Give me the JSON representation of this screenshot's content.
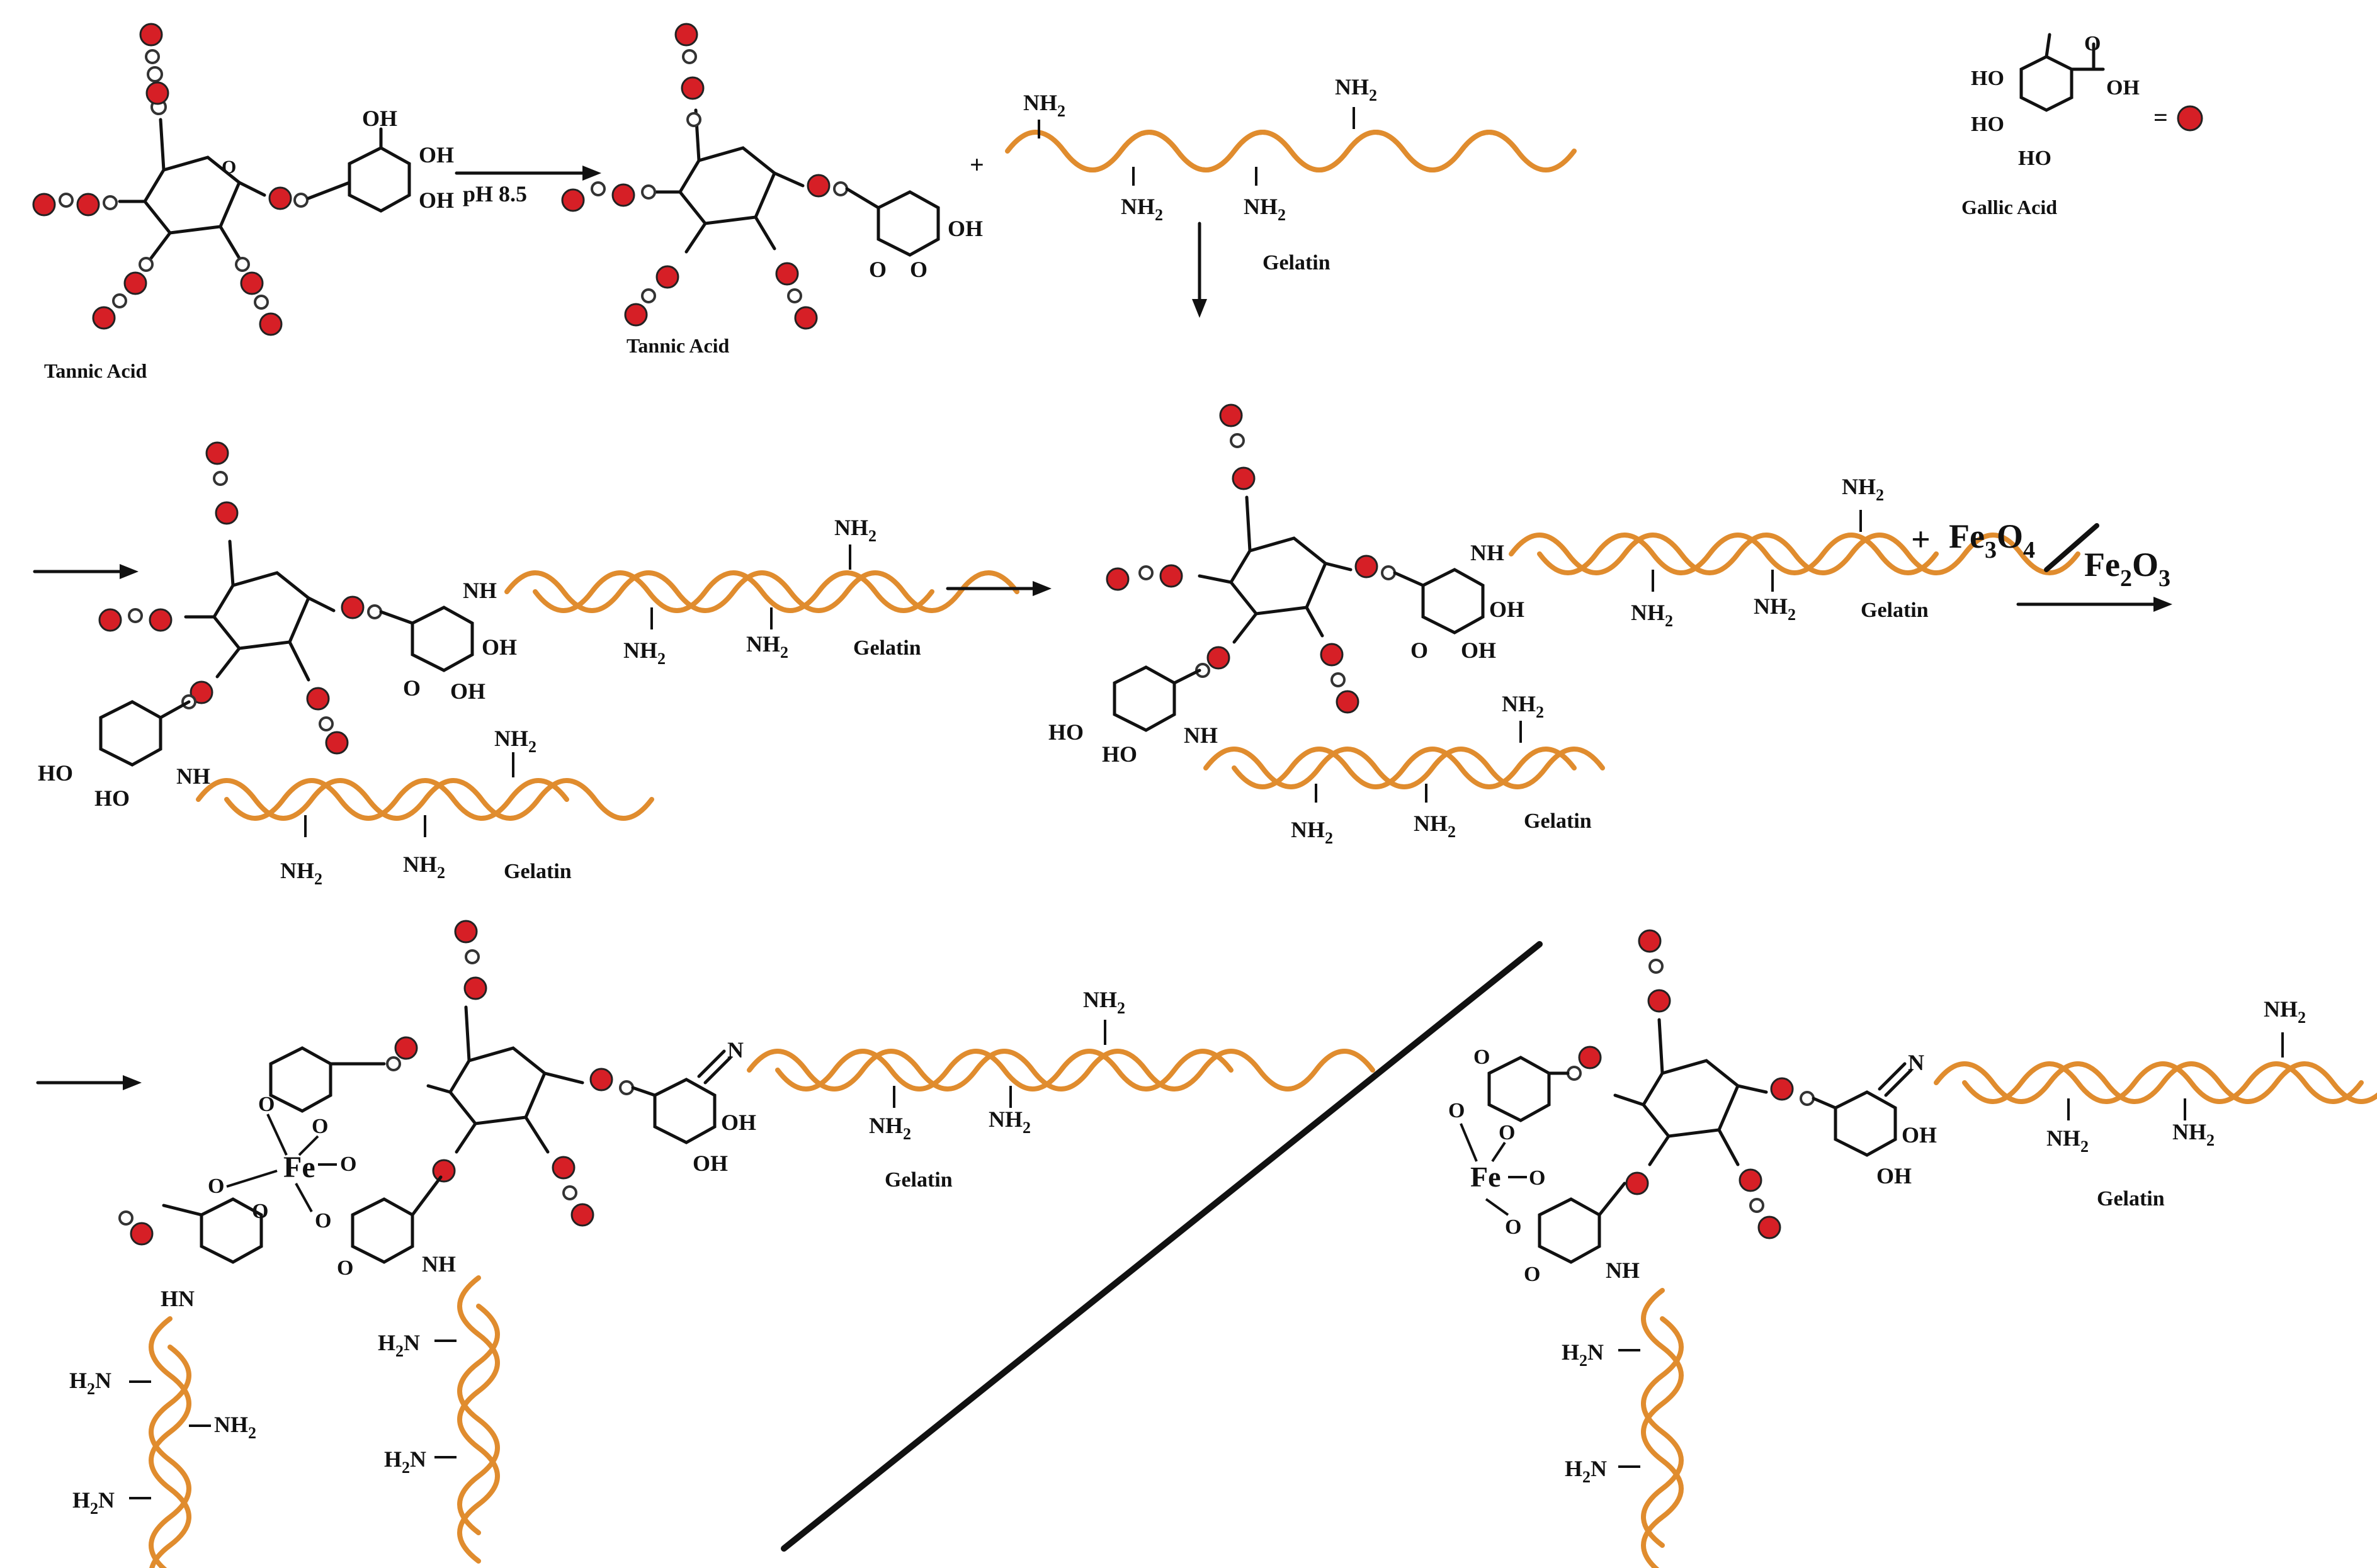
{
  "labels": {
    "tannic_acid": "Tannic Acid",
    "gelatin": "Gelatin",
    "gallic_acid": "Gallic Acid",
    "ph": "pH 8.5",
    "plus": "+",
    "equals": "=",
    "iron_oxides": [
      "Fe",
      "3",
      "O",
      "4",
      "Fe",
      "2",
      "O",
      "3"
    ],
    "fe": "Fe"
  },
  "groups": {
    "nh2": "NH",
    "nh2_sub": "2",
    "h2n": "H",
    "h2n_sub": "2",
    "h2n_n": "N",
    "nh": "NH",
    "hn": "HN",
    "oh": "OH",
    "ho": "HO",
    "o": "O",
    "n": "N"
  },
  "colors": {
    "gelatin_chain": "#E08C2E",
    "gallic_acid_bead": "#D61F26",
    "text": "#111111"
  }
}
